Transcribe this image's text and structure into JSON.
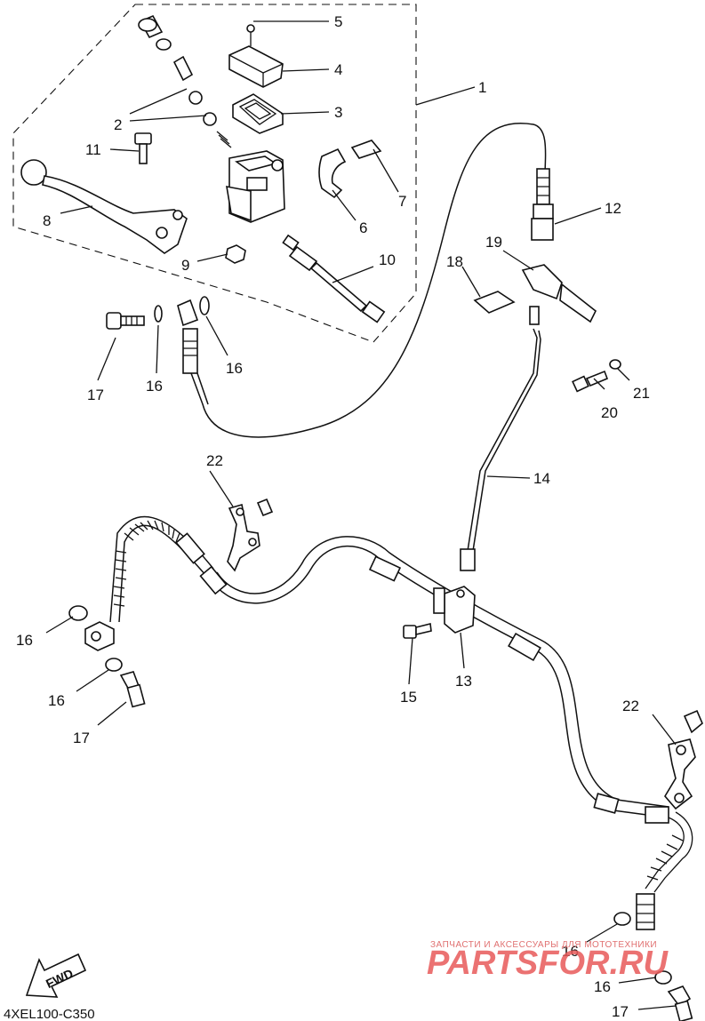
{
  "callouts": [
    {
      "id": "c1",
      "text": "1"
    },
    {
      "id": "c2",
      "text": "2"
    },
    {
      "id": "c3",
      "text": "3"
    },
    {
      "id": "c4",
      "text": "4"
    },
    {
      "id": "c5",
      "text": "5"
    },
    {
      "id": "c6",
      "text": "6"
    },
    {
      "id": "c7",
      "text": "7"
    },
    {
      "id": "c8",
      "text": "8"
    },
    {
      "id": "c9",
      "text": "9"
    },
    {
      "id": "c10",
      "text": "10"
    },
    {
      "id": "c11",
      "text": "11"
    },
    {
      "id": "c12",
      "text": "12"
    },
    {
      "id": "c13",
      "text": "13"
    },
    {
      "id": "c14",
      "text": "14"
    },
    {
      "id": "c15",
      "text": "15"
    },
    {
      "id": "c16a",
      "text": "16"
    },
    {
      "id": "c16b",
      "text": "16"
    },
    {
      "id": "c16c",
      "text": "16"
    },
    {
      "id": "c16d",
      "text": "16"
    },
    {
      "id": "c16e",
      "text": "16"
    },
    {
      "id": "c16f",
      "text": "16"
    },
    {
      "id": "c17a",
      "text": "17"
    },
    {
      "id": "c17b",
      "text": "17"
    },
    {
      "id": "c17c",
      "text": "17"
    },
    {
      "id": "c18",
      "text": "18"
    },
    {
      "id": "c19",
      "text": "19"
    },
    {
      "id": "c20",
      "text": "20"
    },
    {
      "id": "c21",
      "text": "21"
    },
    {
      "id": "c22a",
      "text": "22"
    },
    {
      "id": "c22b",
      "text": "22"
    }
  ],
  "diagram_code": "4XEL100-C350",
  "fwd_label": "FWD",
  "watermark": {
    "tagline": "ЗАПЧАСТИ И АКСЕССУАРЫ ДЛЯ МОТОТЕХНИКИ",
    "brand": "PARTSFOR.RU"
  }
}
